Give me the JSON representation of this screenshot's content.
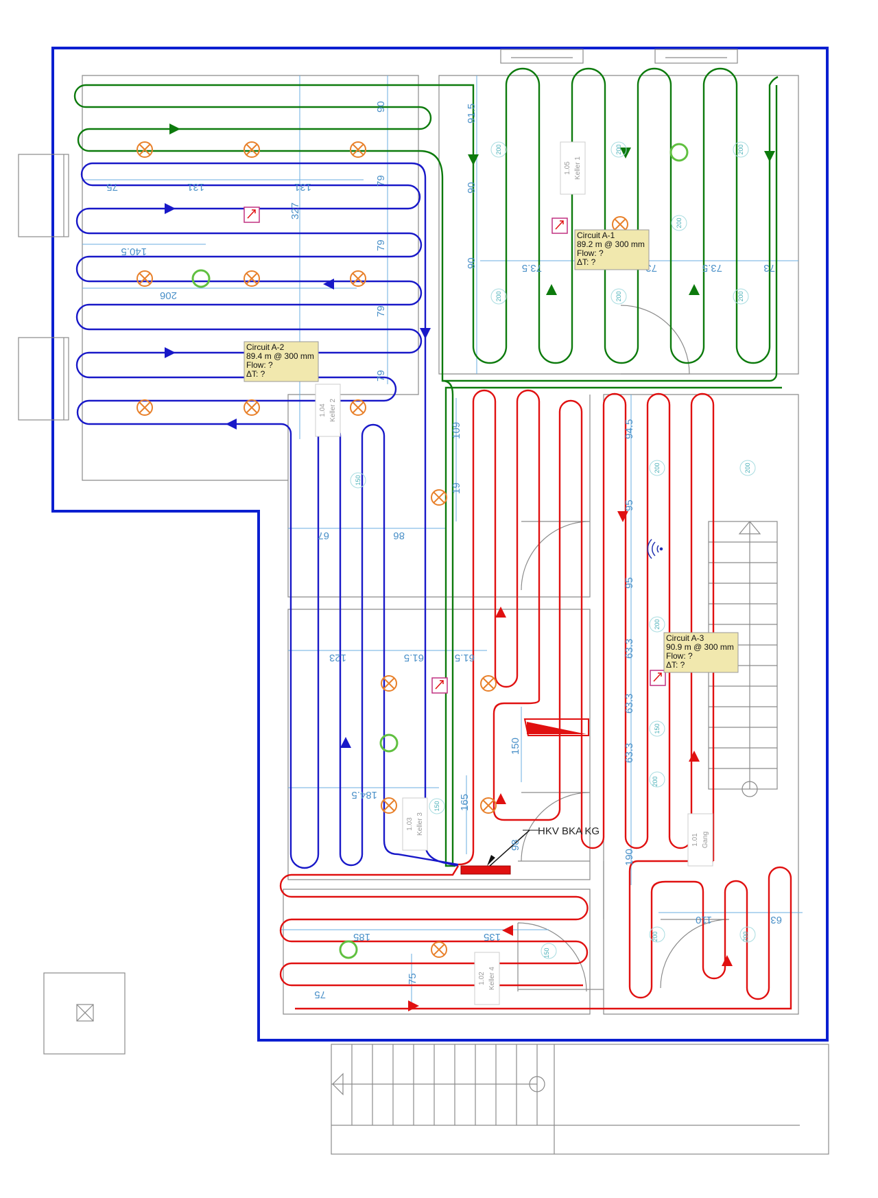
{
  "circuits": [
    {
      "name": "Circuit A-1",
      "length": "89.2 m @ 300 mm",
      "flow": "Flow: ?",
      "delta": "ΔT: ?",
      "color": "#0c7a0c"
    },
    {
      "name": "Circuit A-2",
      "length": "89.4 m @ 300 mm",
      "flow": "Flow: ?",
      "delta": "ΔT: ?",
      "color": "#1818c8"
    },
    {
      "name": "Circuit A-3",
      "length": "90.9 m @ 300 mm",
      "flow": "Flow: ?",
      "delta": "ΔT: ?",
      "color": "#e01010"
    }
  ],
  "manifold": {
    "label": "HKV BKA KG",
    "color": "#e01010"
  },
  "rooms": [
    {
      "number": "1.05",
      "name": "Keller 1"
    },
    {
      "number": "1.04",
      "name": "Keller 2"
    },
    {
      "number": "1.03",
      "name": "Keller 3"
    },
    {
      "number": "1.02",
      "name": "Keller 4"
    },
    {
      "number": "1.01",
      "name": "Gang"
    }
  ],
  "dimensions": [
    "90",
    "91.5",
    "90",
    "90",
    "79",
    "79",
    "79",
    "79",
    "327",
    "75",
    "131",
    "131",
    "140.5",
    "206",
    "73.5",
    "73.5",
    "73",
    "73",
    "67",
    "86",
    "109",
    "19",
    "94.5",
    "95",
    "95",
    "63.3",
    "63.3",
    "63.3",
    "123",
    "61.5",
    "61.5",
    "184.5",
    "150",
    "165",
    "98",
    "190",
    "185",
    "135",
    "75",
    "75",
    "110",
    "63"
  ],
  "spacing_labels": [
    "200",
    "150"
  ],
  "colors": {
    "exterior_wall": "#0a1fd0",
    "label_bg": "#f1e8ae"
  }
}
